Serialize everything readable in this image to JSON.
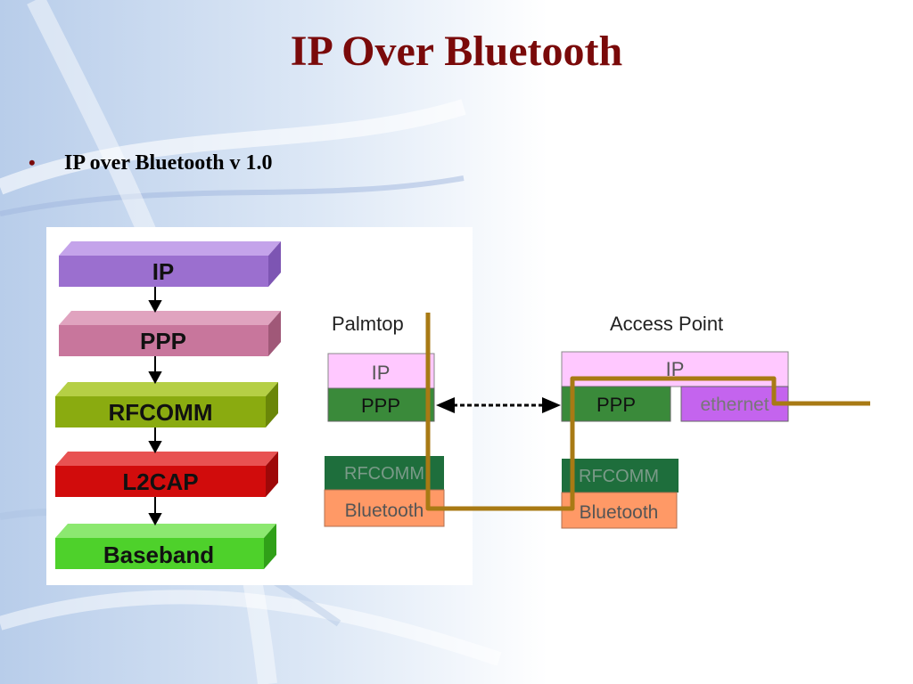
{
  "slide": {
    "title": "IP Over Bluetooth",
    "bullet": "IP over Bluetooth v 1.0"
  },
  "stack": {
    "layers": [
      {
        "label": "IP",
        "color": "#9b6fcf"
      },
      {
        "label": "PPP",
        "color": "#c8769c"
      },
      {
        "label": "RFCOMM",
        "color": "#8aab10"
      },
      {
        "label": "L2CAP",
        "color": "#d10c0c"
      },
      {
        "label": "Baseband",
        "color": "#4ed12b"
      }
    ]
  },
  "palmtop": {
    "title": "Palmtop",
    "ip": "IP",
    "ppp": "PPP",
    "rfcomm": "RFCOMM",
    "bluetooth": "Bluetooth"
  },
  "access_point": {
    "title": "Access Point",
    "ip": "IP",
    "ppp": "PPP",
    "ethernet": "ethernet",
    "rfcomm": "RFCOMM",
    "bluetooth": "Bluetooth"
  },
  "colors": {
    "title": "#7a0a0a",
    "ip_box": "#ffc8ff",
    "ppp_box": "#3a8a3a",
    "rfcomm_box": "#1e6e3c",
    "bluetooth_box": "#ff9966",
    "ethernet_box": "#c464ee",
    "path_line": "#a87a14"
  }
}
